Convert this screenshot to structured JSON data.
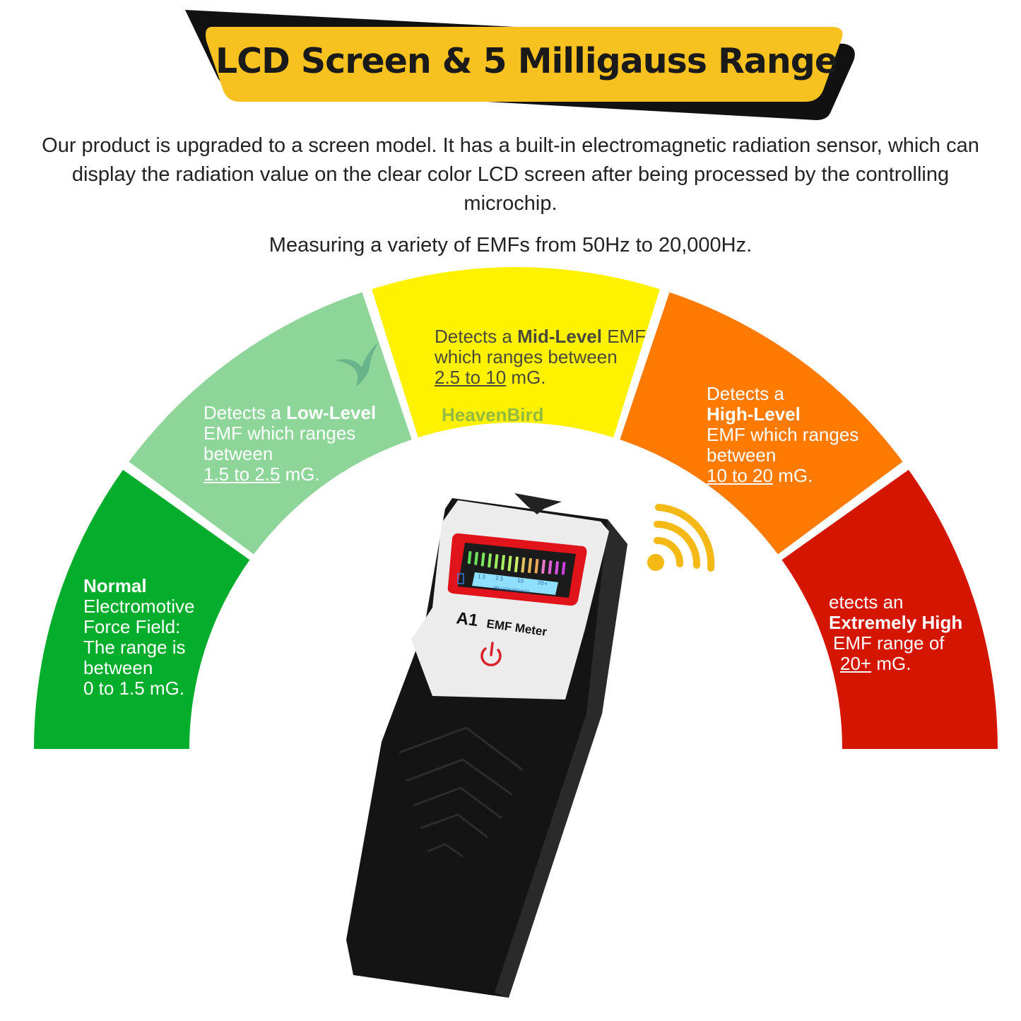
{
  "header": {
    "title": "LCD Screen & 5 Milligauss Range"
  },
  "intro": {
    "paragraph": "Our product is upgraded to a screen model. It has a built-in electromagnetic radiation sensor, which can display the radiation value on the clear color LCD screen after being processed by the controlling microchip.",
    "frequency": "Measuring a variety of EMFs from 50Hz to 20,000Hz."
  },
  "watermark": "HeavenBird",
  "levels": [
    {
      "color": "#05ad2c",
      "text_color": "#ffffff",
      "bold": "Normal",
      "lines": [
        "Electromotive",
        "Force Field:",
        "The range is",
        "between"
      ],
      "range": "0 to 1.5",
      "unit": " mG."
    },
    {
      "color": "#8ed59a",
      "text_color": "#ffffff",
      "prefix": "Detects a ",
      "bold": "Low-Level",
      "lines": [
        "EMF which ranges",
        "between"
      ],
      "range": "1.5 to 2.5",
      "unit": " mG."
    },
    {
      "color": "#fff200",
      "text_color": "#4a4a3a",
      "prefix": "Detects a ",
      "bold": "Mid-Level",
      "suffix": " EMF",
      "lines": [
        "which ranges between"
      ],
      "range": "2.5 to 10",
      "unit": " mG."
    },
    {
      "color": "#ff7a00",
      "text_color": "#ffffff",
      "prefix": "Detects a",
      "bold": "High-Level",
      "lines": [
        "EMF which ranges",
        "between"
      ],
      "range": "10 to 20",
      "unit": " mG."
    },
    {
      "color": "#d41500",
      "text_color": "#ffffff",
      "prefix": "etects an",
      "bold": "Extremely High",
      "lines": [
        "EMF range of"
      ],
      "range": "20+",
      "unit": " mG."
    }
  ],
  "device": {
    "model": "A1",
    "name": "EMF Meter",
    "scale_labels": [
      "1.5",
      "2.5",
      "10",
      "20+"
    ],
    "scale_unit": "MILLIGAUSS(mG)",
    "icons": [
      "power-icon",
      "battery-icon",
      "wireless-signal-icon"
    ]
  },
  "colors": {
    "banner_yellow": "#f7c11f",
    "banner_black": "#111111",
    "signal": "#f5b915"
  }
}
